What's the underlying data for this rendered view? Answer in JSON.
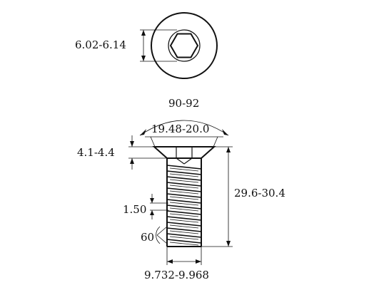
{
  "drawing": {
    "top_view": {
      "socket_diameter": "6.02-6.14"
    },
    "side_view": {
      "head_angle": "90-92",
      "head_diameter": "19.48-20.0",
      "head_height": "4.1-4.4",
      "total_length": "29.6-30.4",
      "thread_pitch": "1.50",
      "thread_angle": "60",
      "thread_diameter": "9.732-9.968"
    }
  }
}
